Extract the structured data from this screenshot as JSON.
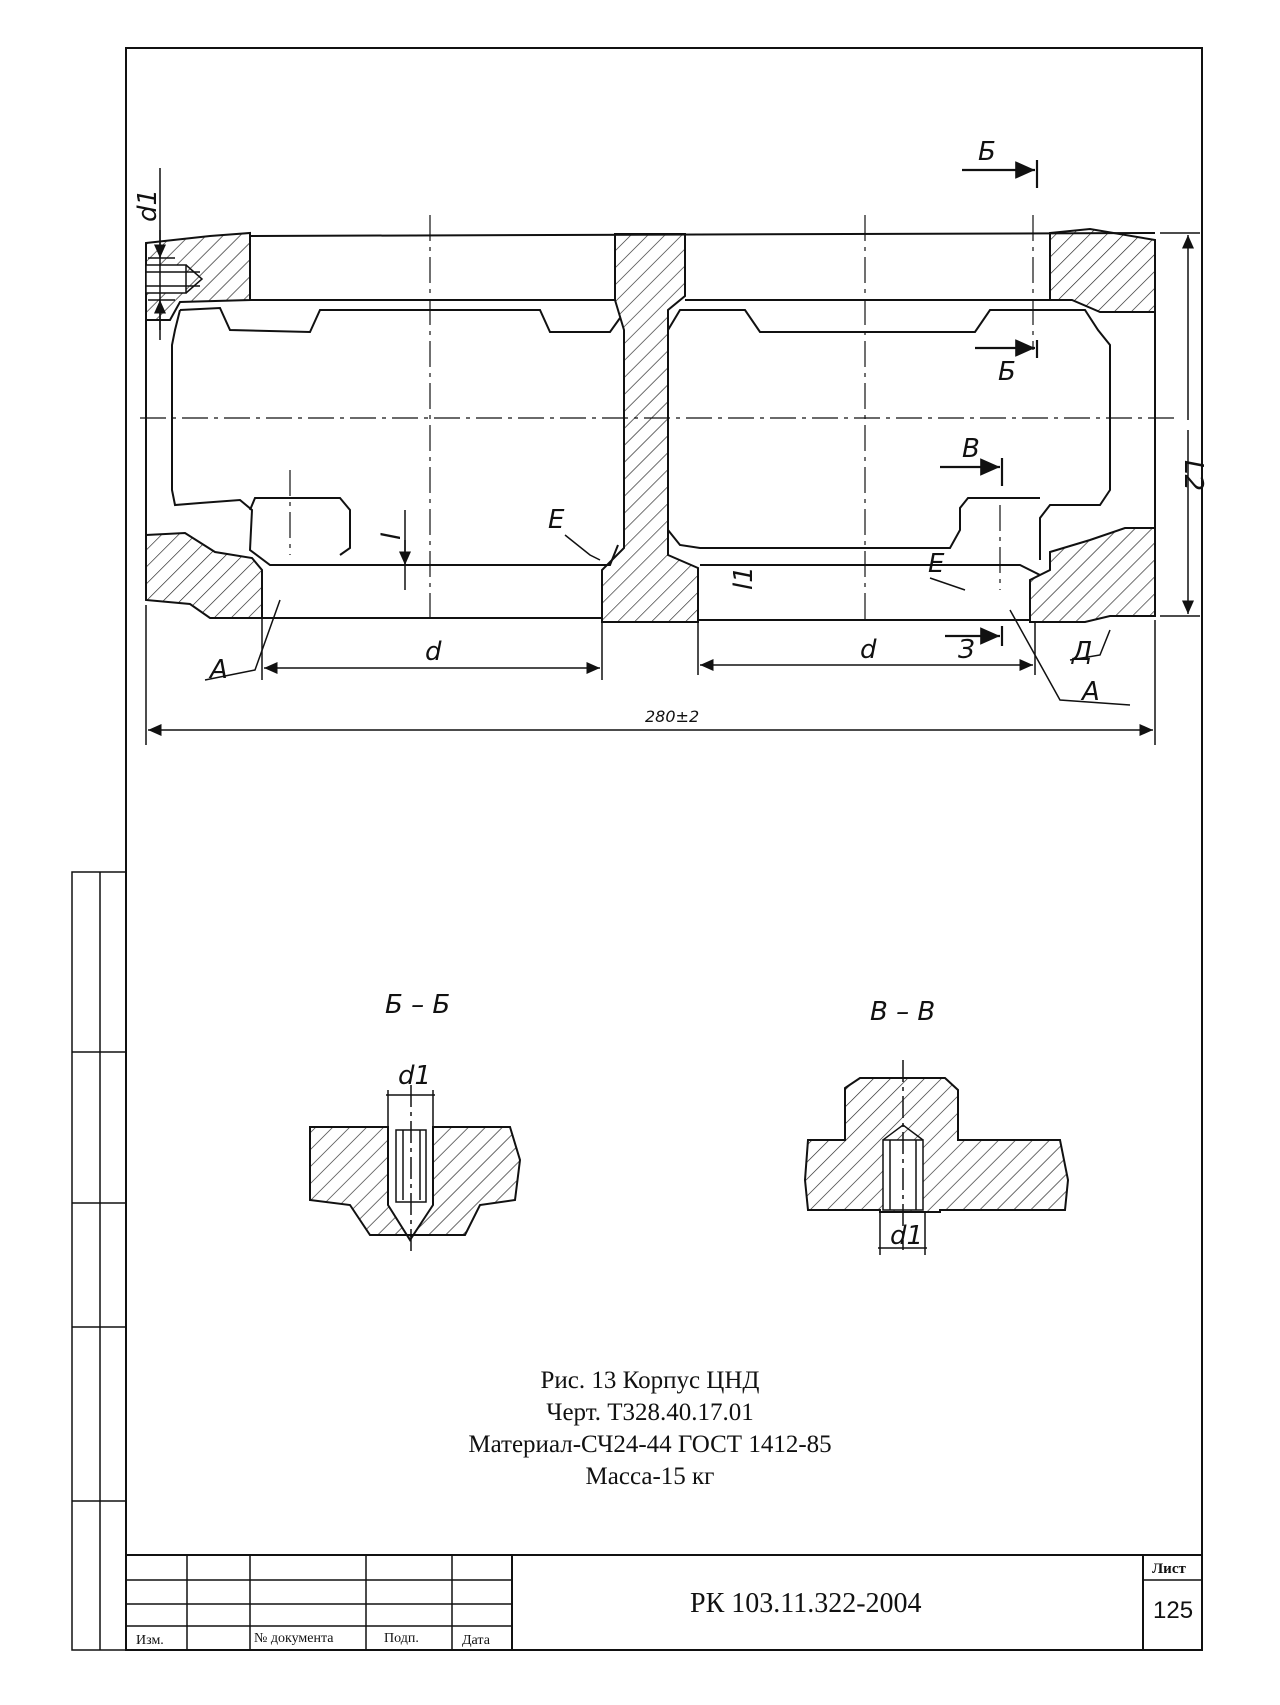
{
  "drawing": {
    "section_marks": {
      "b_top": "Б",
      "b_bottom": "Б",
      "v_top": "В",
      "e_left": "Е",
      "e_right": "Е",
      "a_left": "А",
      "a_right": "А",
      "d_right": "Д",
      "z_right": "З"
    },
    "dims": {
      "d1_top": "d1",
      "l_inner": "l",
      "l1_inner": "l1",
      "L2": "L2",
      "d_left": "d",
      "d_right": "d",
      "overall": "280±2"
    },
    "sections": {
      "bb_title": "Б – Б",
      "vv_title": "В – В",
      "bb_d1": "d1",
      "vv_d1": "d1"
    }
  },
  "caption": {
    "line1": "Рис. 13  Корпус ЦНД",
    "line2": "Черт. Т328.40.17.01",
    "line3": "Материал-СЧ24-44 ГОСТ 1412-85",
    "line4": "Масса-15 кг"
  },
  "title_block": {
    "col_izm": "Изм.",
    "col_doc": "№ документа",
    "col_sign": "Подп.",
    "col_date": "Дата",
    "designation": "РК 103.11.322-2004",
    "sheet_label": "Лист",
    "sheet_number": "125"
  }
}
